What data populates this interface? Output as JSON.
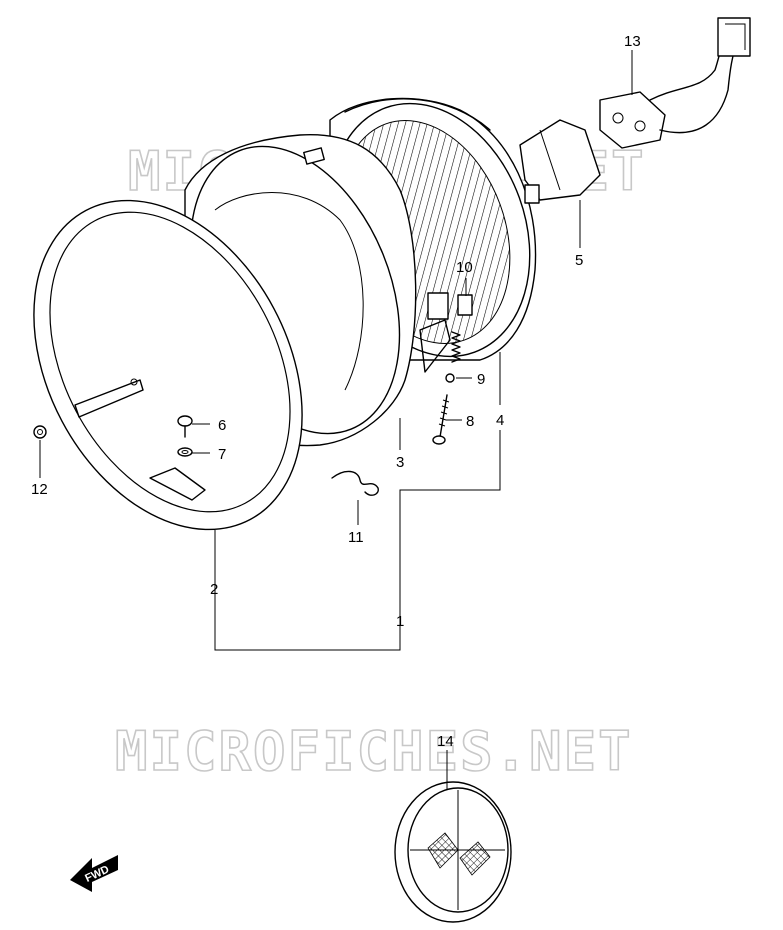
{
  "watermark": {
    "text": "MICROFICHES.NET"
  },
  "direction_arrow": {
    "label": "FWD"
  },
  "callouts": [
    {
      "id": "1",
      "label": "1"
    },
    {
      "id": "2",
      "label": "2"
    },
    {
      "id": "3",
      "label": "3"
    },
    {
      "id": "4",
      "label": "4"
    },
    {
      "id": "5",
      "label": "5"
    },
    {
      "id": "6",
      "label": "6"
    },
    {
      "id": "7",
      "label": "7"
    },
    {
      "id": "8",
      "label": "8"
    },
    {
      "id": "9",
      "label": "9"
    },
    {
      "id": "10",
      "label": "10"
    },
    {
      "id": "11",
      "label": "11"
    },
    {
      "id": "12",
      "label": "12"
    },
    {
      "id": "13",
      "label": "13"
    },
    {
      "id": "14",
      "label": "14"
    }
  ]
}
